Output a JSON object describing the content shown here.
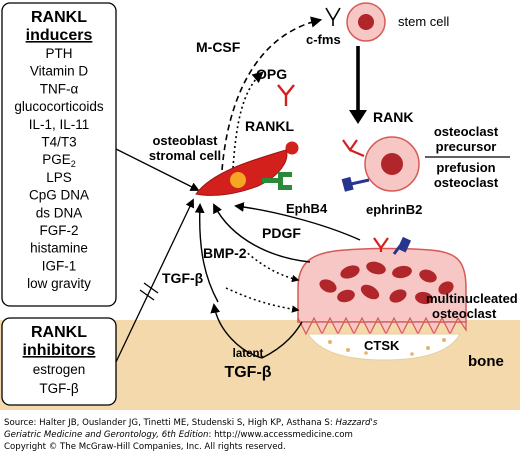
{
  "inducers": {
    "title1": "RANKL",
    "title2": "inducers",
    "items": [
      "PTH",
      "Vitamin D",
      "TNF-α",
      "glucocorticoids",
      "IL-1, IL-11",
      "T4/T3",
      "PGE",
      "LPS",
      "CpG DNA",
      "ds DNA",
      "FGF-2",
      "histamine",
      "IGF-1",
      "low gravity"
    ],
    "pge_subscript": "2"
  },
  "inhibitors": {
    "title1": "RANKL",
    "title2": "inhibitors",
    "items": [
      "estrogen",
      "TGF-β"
    ]
  },
  "labels": {
    "mcsf": "M-CSF",
    "cfms": "c-fms",
    "stem_cell": "stem cell",
    "opg": "OPG",
    "rankl": "RANKL",
    "rank": "RANK",
    "osteoblast_1": "osteoblast",
    "osteoblast_2": "stromal cell",
    "precursor_1": "osteoclast",
    "precursor_2": "precursor",
    "precursor_3": "prefusion",
    "precursor_4": "osteoclast",
    "ephb4": "EphB4",
    "ephrinb2": "ephrinB2",
    "pdgf": "PDGF",
    "bmp2": "BMP-2",
    "tgfb": "TGF-β",
    "multinucleated_1": "multinucleated",
    "multinucleated_2": "osteoclast",
    "ctsk": "CTSK",
    "latent": "latent",
    "latent_tgfb": "TGF-β",
    "bone": "bone"
  },
  "source": {
    "line1_prefix": "Source: Halter JB, Ouslander JG, Tinetti ME, Studenski S, High KP, Asthana S: ",
    "line1_italic": "Hazzard's",
    "line2_italic": "Geriatric Medicine and Gerontology, 6th Edition",
    "line2_suffix": ": http://www.accessmedicine.com",
    "copyright": "Copyright © The McGraw-Hill Companies, Inc. All rights reserved."
  },
  "colors": {
    "bone": "#f4d9ad",
    "osteoblast": "#d4201c",
    "osteoblast_nucleus": "#f5a623",
    "cell_fill": "#f6c7c4",
    "nucleus": "#b0262a",
    "receptor_red": "#d4201c",
    "ephb4_green": "#2a8a3a",
    "ephrin_blue": "#27358f"
  }
}
